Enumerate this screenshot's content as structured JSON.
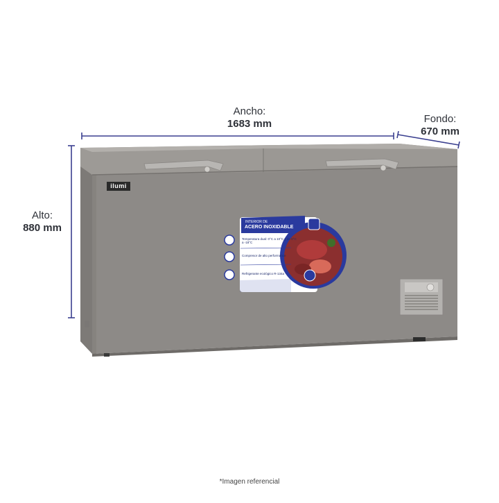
{
  "dimensions": {
    "width_label": "Ancho:",
    "width_value": "1683 mm",
    "depth_label": "Fondo:",
    "depth_value": "670 mm",
    "height_label": "Alto:",
    "height_value": "880 mm"
  },
  "product": {
    "brand": "ilumi",
    "sticker": {
      "tag": "INTERIOR DE",
      "title": "ACERO INOXIDABLE",
      "features": [
        "Temperatura dual: 0°C a 10°C y de 0°C a -18°C",
        "Compresor de alto performance",
        "Refrigerante ecológico R-134a"
      ]
    }
  },
  "footnote": "*Imagen referencial",
  "colors": {
    "dimension_line": "#3a3f8f",
    "dimension_text": "#2e3138",
    "freezer_body": "#8d8a87",
    "freezer_lid": "#9d9a96",
    "sticker_blue": "#2a3a9e"
  }
}
